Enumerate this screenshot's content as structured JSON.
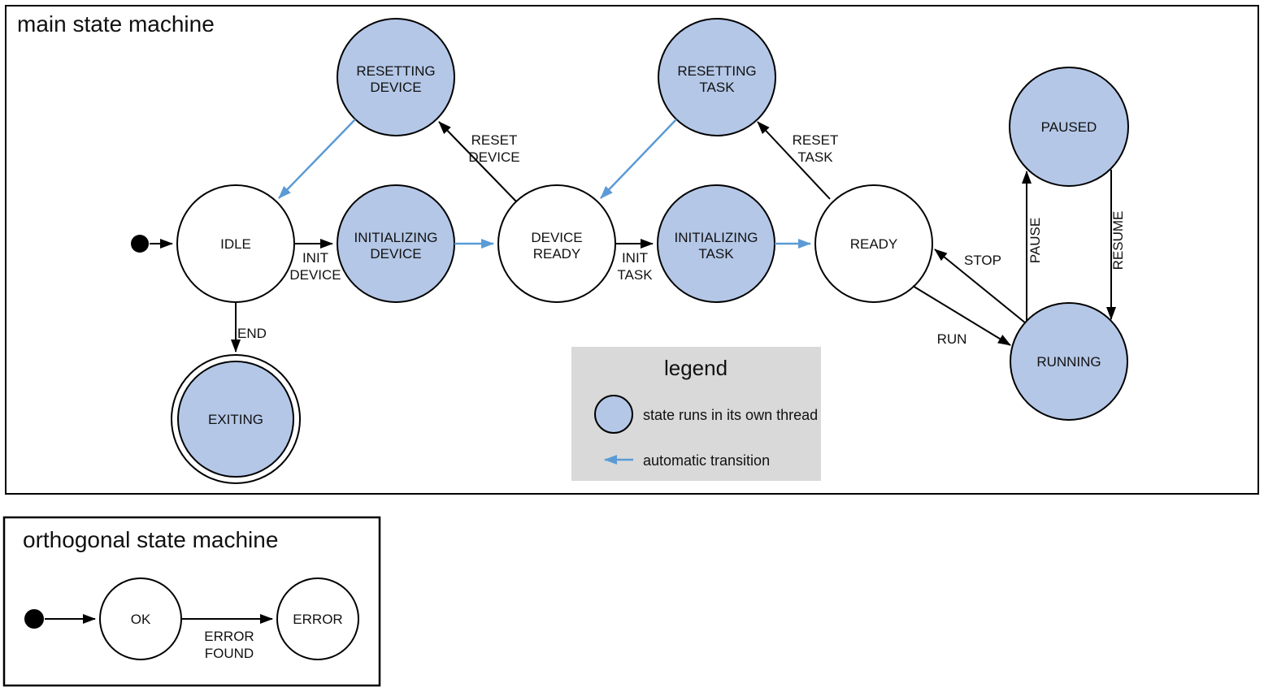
{
  "colors": {
    "state_fill": "#b4c7e7",
    "auto_transition": "#5b9bd5",
    "legend_bg": "#d9d9d9",
    "stroke": "#000000"
  },
  "main": {
    "title": "main state machine",
    "states": [
      {
        "name": "idle",
        "lines": [
          "IDLE"
        ],
        "threaded": false
      },
      {
        "name": "initializing-device",
        "lines": [
          "INITIALIZING",
          "DEVICE"
        ],
        "threaded": true
      },
      {
        "name": "device-ready",
        "lines": [
          "DEVICE",
          "READY"
        ],
        "threaded": false
      },
      {
        "name": "initializing-task",
        "lines": [
          "INITIALIZING",
          "TASK"
        ],
        "threaded": true
      },
      {
        "name": "ready",
        "lines": [
          "READY"
        ],
        "threaded": false
      },
      {
        "name": "resetting-device",
        "lines": [
          "RESETTING",
          "DEVICE"
        ],
        "threaded": true
      },
      {
        "name": "resetting-task",
        "lines": [
          "RESETTING",
          "TASK"
        ],
        "threaded": true
      },
      {
        "name": "paused",
        "lines": [
          "PAUSED"
        ],
        "threaded": true
      },
      {
        "name": "running",
        "lines": [
          "RUNNING"
        ],
        "threaded": true
      },
      {
        "name": "exiting",
        "lines": [
          "EXITING"
        ],
        "threaded": true,
        "final": true
      }
    ],
    "transitions": [
      {
        "name": "init-device",
        "lines": [
          "INIT",
          "DEVICE"
        ],
        "auto": false
      },
      {
        "name": "reset-device",
        "lines": [
          "RESET",
          "DEVICE"
        ],
        "auto": false
      },
      {
        "name": "init-task",
        "lines": [
          "INIT",
          "TASK"
        ],
        "auto": false
      },
      {
        "name": "reset-task",
        "lines": [
          "RESET",
          "TASK"
        ],
        "auto": false
      },
      {
        "name": "run",
        "lines": [
          "RUN"
        ],
        "auto": false
      },
      {
        "name": "stop",
        "lines": [
          "STOP"
        ],
        "auto": false
      },
      {
        "name": "pause",
        "lines": [
          "PAUSE"
        ],
        "auto": false
      },
      {
        "name": "resume",
        "lines": [
          "RESUME"
        ],
        "auto": false
      },
      {
        "name": "end",
        "lines": [
          "END"
        ],
        "auto": false
      }
    ]
  },
  "legend": {
    "title": "legend",
    "items": [
      {
        "symbol": "threaded-state-circle",
        "label": "state runs in its own thread"
      },
      {
        "symbol": "automatic-transition-arrow",
        "label": "automatic transition"
      }
    ]
  },
  "orthogonal": {
    "title": "orthogonal state machine",
    "states": [
      {
        "name": "ok",
        "lines": [
          "OK"
        ],
        "threaded": false
      },
      {
        "name": "error",
        "lines": [
          "ERROR"
        ],
        "threaded": false
      }
    ],
    "transitions": [
      {
        "name": "error-found",
        "lines": [
          "ERROR",
          "FOUND"
        ],
        "auto": false
      }
    ]
  }
}
